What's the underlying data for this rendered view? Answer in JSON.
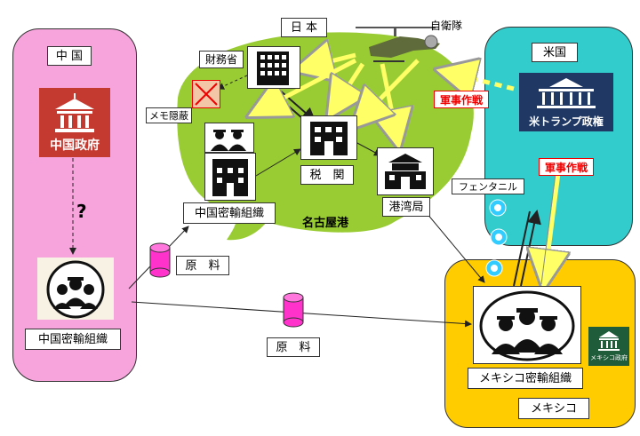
{
  "regions": {
    "china": "中 国",
    "japan": "日 本",
    "usa": "米国",
    "mexico": "メキシコ"
  },
  "nodes": {
    "china_government": "中国政府",
    "china_cartel_left": "中国密輸組織",
    "question_mark": "?",
    "raw_material_1": "原　料",
    "raw_material_2": "原　料",
    "ministry_of_finance": "財務省",
    "memo_concealment": "メモ隠蔽",
    "self_defense_forces": "自衛隊",
    "china_cartel_japan": "中国密輸組織",
    "customs": "税　関",
    "port_authority": "港湾局",
    "nagoya_port": "名古屋港",
    "fentanyl": "フェンタニル",
    "trump_admin": "米トランプ政権",
    "military_op_1": "軍事作戦",
    "military_op_2": "軍事作戦",
    "mexico_cartel": "メキシコ密輸組織",
    "mexico_government": "メキシコ政府"
  },
  "colors": {
    "china_panel": "#f7a3dc",
    "japan_blob": "#99cc33",
    "usa_panel": "#33cccc",
    "mexico_panel": "#ffcc00",
    "china_gov_box": "#c43a31",
    "trump_box": "#1f3864",
    "mexico_gov_box": "#1e5c3a",
    "arrow_yellow": "#ffff66",
    "raw_material_cylinder": "#ff33cc",
    "fentanyl_ring": "#33ccff"
  },
  "icons": [
    "government-building-icon",
    "cartel-people-icon",
    "office-building-icon",
    "helicopter-icon",
    "customs-building-icon",
    "port-building-icon",
    "white-house-icon",
    "cylinder-icon"
  ]
}
